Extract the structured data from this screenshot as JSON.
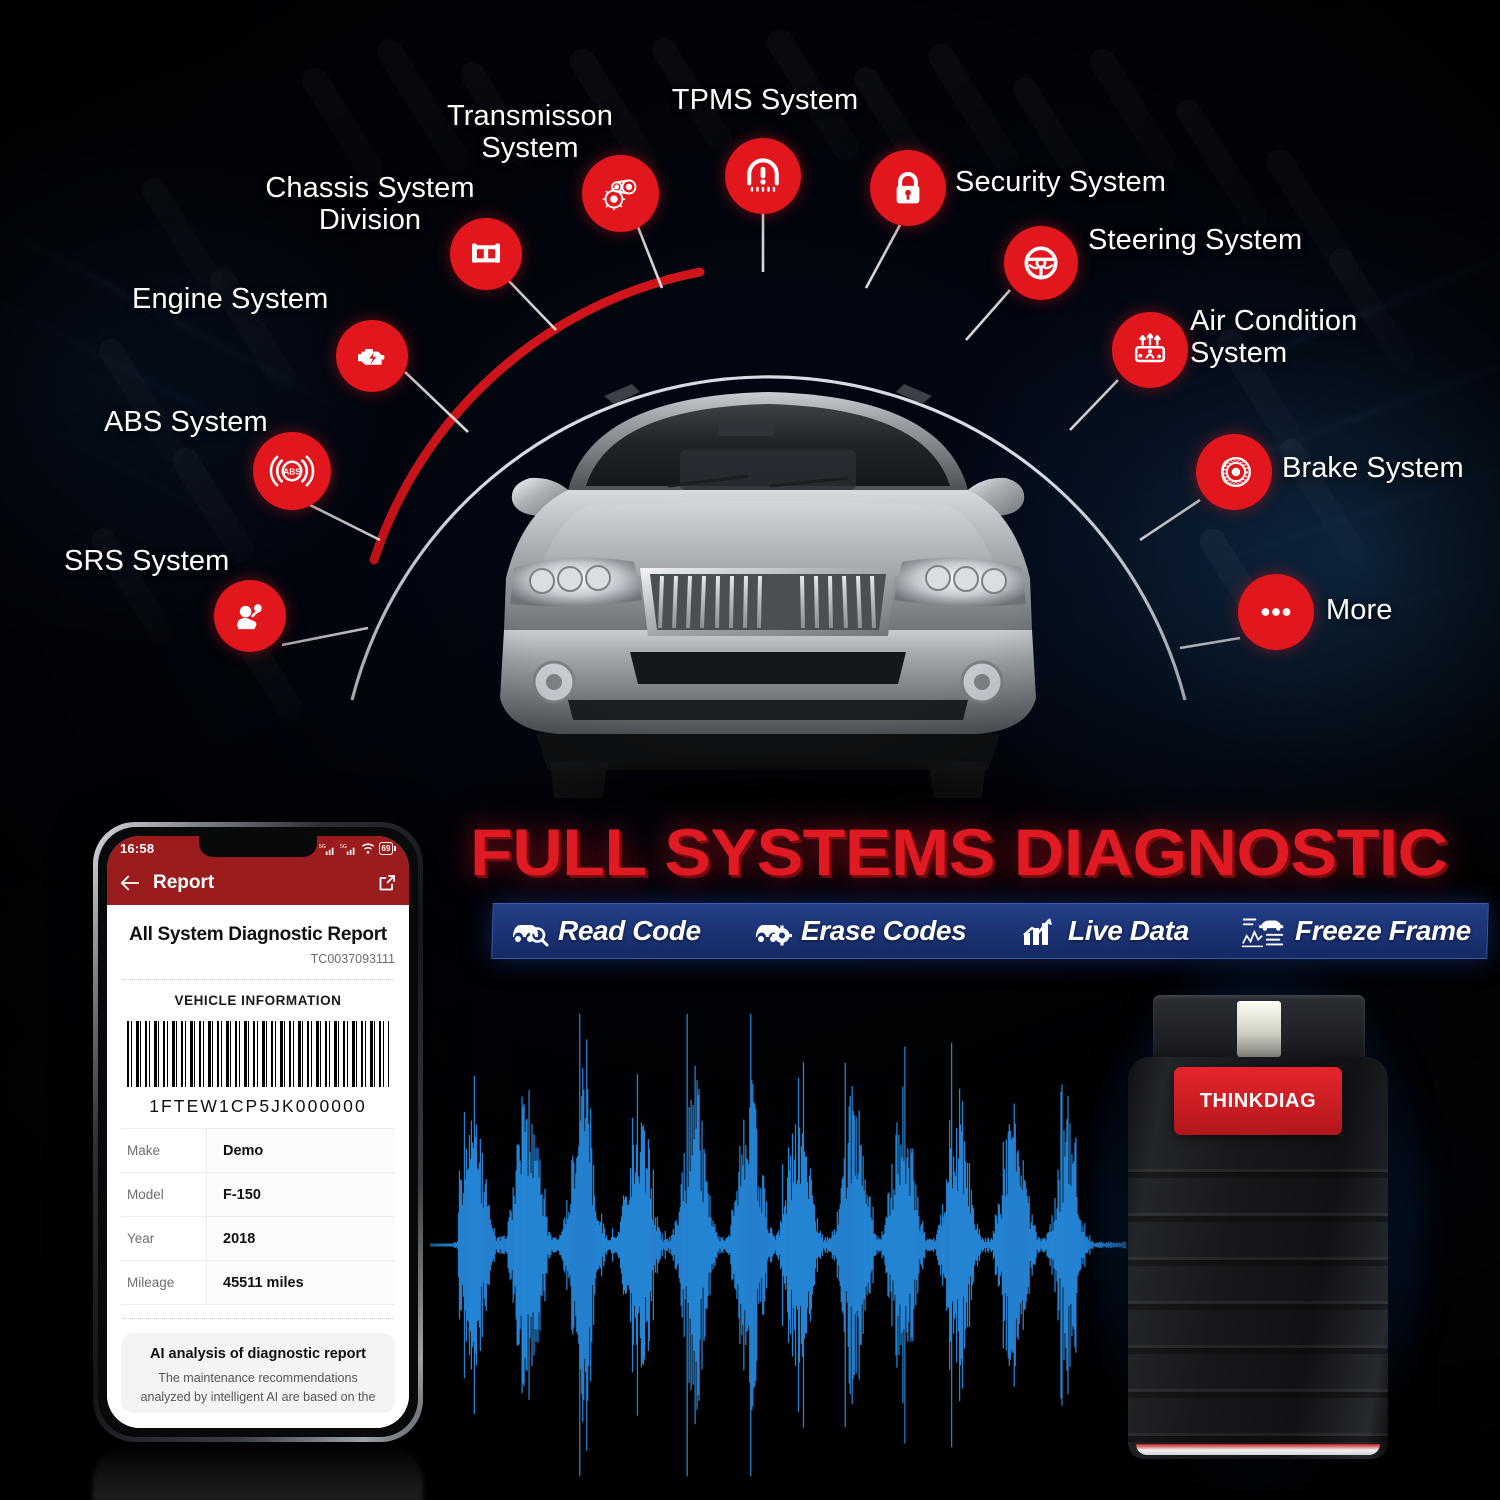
{
  "headline": "FULL SYSTEMS DIAGNOSTIC",
  "colors": {
    "brand_red": "#e2161d",
    "bar_blue": "#1b3273",
    "wave_blue": "#2584d4",
    "phone_header_red": "#9a1c1c"
  },
  "systems": [
    {
      "label": "Transmisson\nSystem",
      "icon": "transmission-belt-icon"
    },
    {
      "label": "TPMS System",
      "icon": "tpms-tire-pressure-icon"
    },
    {
      "label": "Chassis System\nDivision",
      "icon": "chassis-axle-icon"
    },
    {
      "label": "Security System",
      "icon": "padlock-icon"
    },
    {
      "label": "Steering System",
      "icon": "steering-wheel-icon"
    },
    {
      "label": "Engine System",
      "icon": "check-engine-icon"
    },
    {
      "label": "Air Condition\nSystem",
      "icon": "air-condition-icon"
    },
    {
      "label": "ABS System",
      "icon": "abs-brake-icon"
    },
    {
      "label": "Brake System",
      "icon": "brake-disc-icon"
    },
    {
      "label": "SRS System",
      "icon": "srs-airbag-icon"
    },
    {
      "label": "More",
      "icon": "ellipsis-more-icon"
    }
  ],
  "features": [
    {
      "label": "Read Code",
      "icon": "car-magnifier-icon"
    },
    {
      "label": "Erase Codes",
      "icon": "car-gear-icon"
    },
    {
      "label": "Live Data",
      "icon": "bar-chart-trend-icon"
    },
    {
      "label": "Freeze Frame",
      "icon": "car-document-icon"
    }
  ],
  "phone": {
    "status": {
      "time": "16:58",
      "network": "5G",
      "battery": "69"
    },
    "appbar": {
      "title": "Report",
      "back_icon": "back-arrow-icon",
      "share_icon": "share-export-icon"
    },
    "report": {
      "title": "All System Diagnostic Report",
      "id": "TC0037093111",
      "section": "VEHICLE INFORMATION",
      "vin": "1FTEW1CP5JK000000",
      "rows": [
        {
          "key": "Make",
          "value": "Demo"
        },
        {
          "key": "Model",
          "value": "F-150"
        },
        {
          "key": "Year",
          "value": "2018"
        },
        {
          "key": "Mileage",
          "value": "45511 miles"
        }
      ],
      "ai": {
        "heading": "AI analysis of diagnostic report",
        "body": "The maintenance recommendations\nanalyzed by intelligent AI are based on the"
      }
    }
  },
  "device": {
    "brand": "THINKDIAG"
  }
}
